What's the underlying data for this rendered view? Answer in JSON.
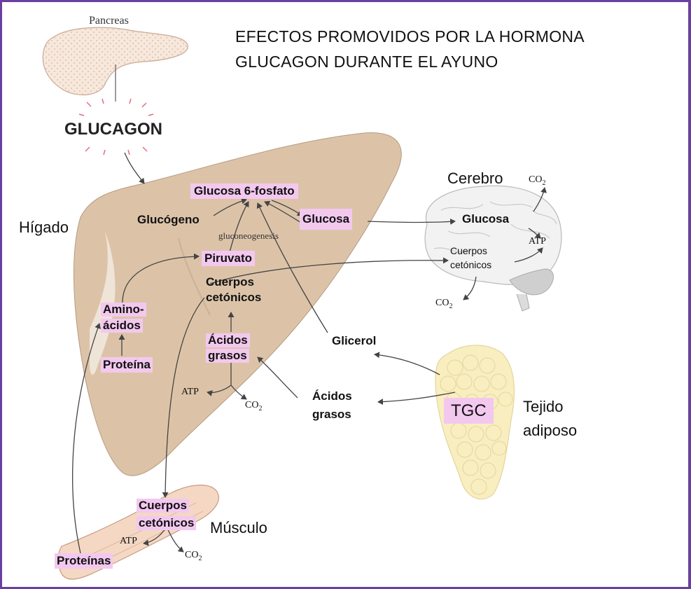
{
  "title": {
    "line1": "EFECTOS PROMOVIDOS POR LA HORMONA",
    "line2": "GLUCAGON DURANTE EL AYUNO"
  },
  "organs": {
    "pancreas": "Pancreas",
    "liver": "Hígado",
    "brain": "Cerebro",
    "adipose_line1": "Tejido",
    "adipose_line2": "adiposo",
    "muscle": "Músculo"
  },
  "hormone": "GLUCAGON",
  "liver_metabolites": {
    "g6p": "Glucosa 6-fosfato",
    "glycogen": "Glucógeno",
    "glucose": "Glucosa",
    "gluconeogenesis": "gluconeogenesis",
    "pyruvate": "Piruvato",
    "ketone_line1": "Cuerpos",
    "ketone_line2": "cetónicos",
    "amino_line1": "Amino-",
    "amino_line2": "ácidos",
    "protein": "Proteína",
    "fatty_line1": "Ácidos",
    "fatty_line2": "grasos",
    "atp": "ATP",
    "co2": "CO",
    "co2_sub": "2"
  },
  "blood_metabolites": {
    "glycerol": "Glicerol",
    "fatty_line1": "Ácidos",
    "fatty_line2": "grasos"
  },
  "adipose": {
    "tgc": "TGC"
  },
  "brain_metabolites": {
    "glucose": "Glucosa",
    "ketone_line1": "Cuerpos",
    "ketone_line2": "cetónicos",
    "atp": "ATP",
    "co2_top": "CO",
    "co2_bottom": "CO",
    "co2_sub": "2"
  },
  "muscle_metabolites": {
    "ketone_line1": "Cuerpos",
    "ketone_line2": "cetónicos",
    "atp": "ATP",
    "co2": "CO",
    "co2_sub": "2",
    "proteins": "Proteínas"
  },
  "colors": {
    "frame": "#6b3fa0",
    "liver": "#dcc3a8",
    "highlight": "#f3c8ef",
    "pancreas": "#f6e8dc",
    "adipose": "#f8eec0",
    "brain": "#f2f2f2",
    "muscle": "#f4d8c4",
    "glucagon_rays": "#e0707a"
  }
}
